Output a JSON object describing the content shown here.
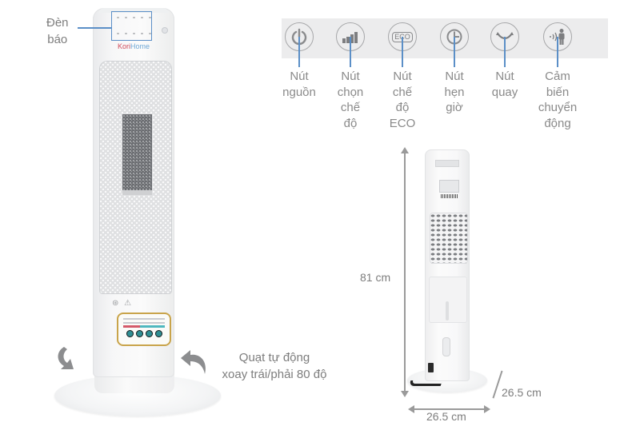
{
  "product": {
    "brand_prefix": "Kori",
    "brand_suffix": "Home",
    "indicator_label": "Đèn báo",
    "indicator_label_lines": [
      "Đèn",
      "báo"
    ],
    "rotation_note_lines": [
      "Quạt tự động",
      "xoay trái/phải 80 độ"
    ],
    "certification_icons": "⊛ ⚠"
  },
  "buttons": [
    {
      "icon": "power-icon",
      "label_lines": [
        "Nút",
        "nguồn"
      ]
    },
    {
      "icon": "signal-bars-icon",
      "label_lines": [
        "Nút",
        "chọn",
        "chế",
        "độ"
      ]
    },
    {
      "icon": "eco-icon",
      "icon_text": "ECO",
      "label_lines": [
        "Nút",
        "chế",
        "độ",
        "ECO"
      ]
    },
    {
      "icon": "clock-icon",
      "label_lines": [
        "Nút",
        "hẹn",
        "giờ"
      ]
    },
    {
      "icon": "swing-icon",
      "label_lines": [
        "Nút",
        "quay"
      ]
    },
    {
      "icon": "motion-sensor-icon",
      "label_lines": [
        "Cảm",
        "biến",
        "chuyển",
        "động"
      ]
    }
  ],
  "dimensions": {
    "height": "81 cm",
    "width": "26.5 cm",
    "depth": "26.5 cm"
  },
  "colors": {
    "leader_line": "#5b8fc7",
    "text": "#7d7d7d",
    "strip_bg": "#ececed",
    "brand_red": "#d14b5a",
    "brand_blue": "#6fa8d6",
    "plate_gold": "#c9a44b"
  }
}
